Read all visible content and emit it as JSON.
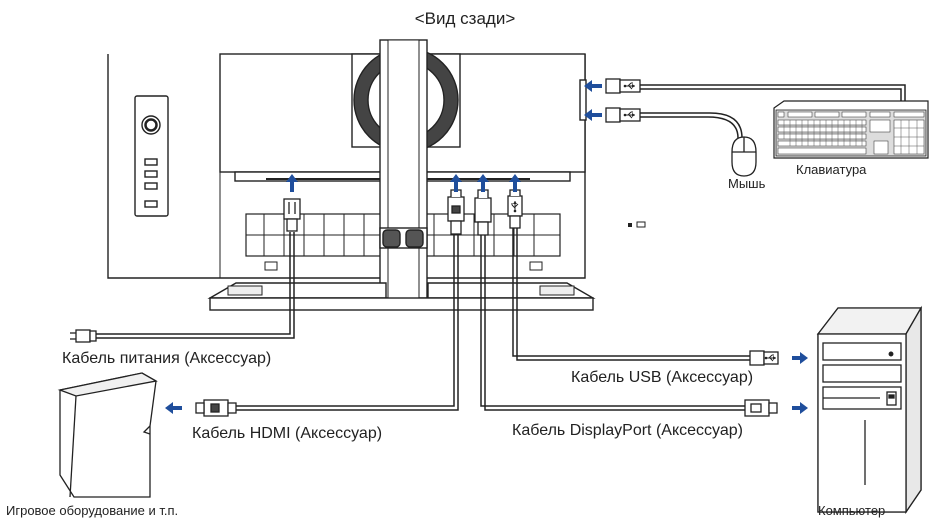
{
  "title": "<Вид сзади>",
  "labels": {
    "mouse": "Мышь",
    "keyboard": "Клавиатура",
    "power_cable": "Кабель питания (Аксессуар)",
    "usb_cable": "Кабель USB (Аксессуар)",
    "hdmi_cable": "Кабель HDMI (Аксессуар)",
    "displayport_cable": "Кабель DisplayPort (Аксессуар)",
    "game_equipment": "Игровое оборудование и т.п.",
    "computer": "Компьютер"
  },
  "colors": {
    "arrow": "#1f4e9c",
    "line": "#222222",
    "fill": "#ffffff",
    "shade": "#e6e6e6"
  },
  "icons": [
    "usb-symbol-icon",
    "arrow-icon"
  ]
}
